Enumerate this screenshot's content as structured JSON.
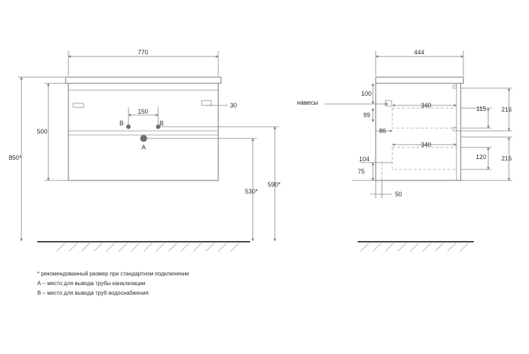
{
  "front_view": {
    "width": "770",
    "height_body": "500",
    "height_total": "850*",
    "pipe_spacing": "150",
    "hinge_offset": "30",
    "drain_height": "530*",
    "water_height": "590*",
    "label_a": "A",
    "label_b_left": "B",
    "label_b_right": "B"
  },
  "side_view": {
    "depth": "444",
    "hinges_label": "навесы",
    "dim_100": "100",
    "dim_99": "99",
    "dim_86": "86",
    "dim_104": "104",
    "dim_75": "75",
    "dim_50": "50",
    "drawer_depth_top": "340",
    "drawer_depth_bottom": "340",
    "drawer_height_top": "115",
    "drawer_height_bottom": "120",
    "front_height_top": "216",
    "front_height_bottom": "216"
  },
  "notes": {
    "recommended": "* рекомендованный размер при стандартном подключении",
    "a_desc": "А – место для вывода трубы канализации",
    "b_desc": "В – место для вывода труб водоснабжения"
  },
  "colors": {
    "line": "#6e6e6e",
    "text": "#2a2a2a",
    "pipe": "#6f6f6f",
    "ground": "#3a3a3a"
  }
}
